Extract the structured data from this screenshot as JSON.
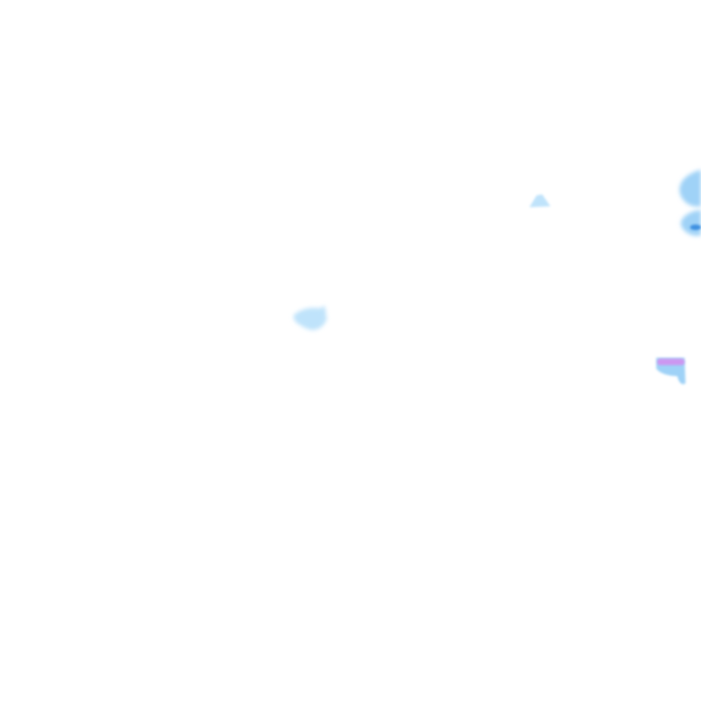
{
  "background_color": "#ffffff",
  "colors": {
    "precip_light": "#bfe3fb",
    "precip_moderate": "#9fd2f7",
    "precip_heavy": "#3d8fe0",
    "precip_mixed": "#d58cf0"
  },
  "echoes": [
    {
      "name": "echo-small-triangle",
      "intensity": "light",
      "core": false
    },
    {
      "name": "echo-west-blob",
      "intensity": "light",
      "core": false
    },
    {
      "name": "echo-east-edge-upper",
      "intensity": "moderate",
      "core": false
    },
    {
      "name": "echo-east-edge-lower",
      "intensity": "moderate",
      "core": true
    },
    {
      "name": "echo-mixed-cell",
      "intensity": "moderate",
      "core": false,
      "mixed": true
    }
  ]
}
